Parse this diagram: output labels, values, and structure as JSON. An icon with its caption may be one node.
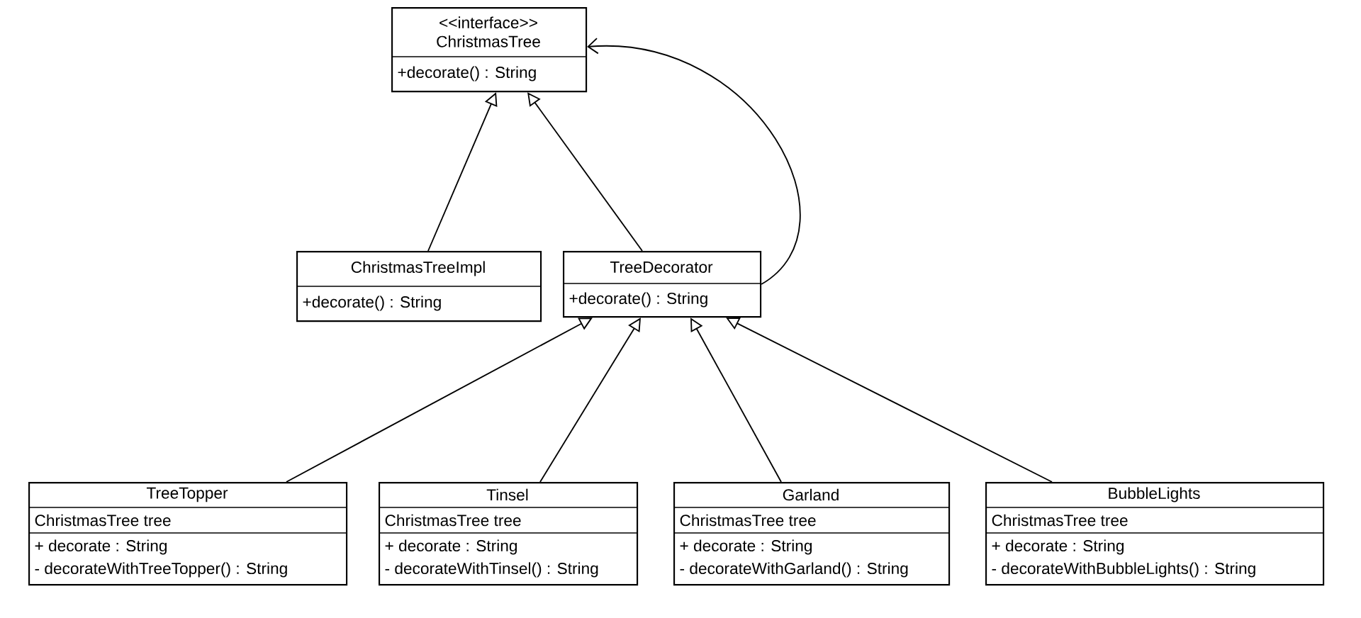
{
  "diagram": {
    "nodes": [
      {
        "text": [
          "<<interface>> ChristmasTree",
          "+decorate() : String"
        ]
      },
      {
        "text": [
          "ChristmasTreeImpl",
          "+decorate() : String"
        ]
      },
      {
        "text": [
          "TreeDecorator",
          "+decorate() : String"
        ]
      },
      {
        "text": [
          "TreeTopper",
          "ChristmasTree tree",
          "+ decorate : String",
          "- decorateWithTreeTopper() : String"
        ]
      },
      {
        "text": [
          "Tinsel",
          "ChristmasTree tree",
          "+ decorate : String",
          "- decorateWithTinsel() : String"
        ]
      },
      {
        "text": [
          "Garland",
          "ChristmasTree tree",
          "+ decorate : String",
          "- decorateWithGarland() : String"
        ]
      },
      {
        "text": [
          "BubbleLights",
          "ChristmasTree tree",
          "+ decorate : String",
          "- decorateWithBubbleLights() : String"
        ]
      }
    ],
    "edges": [
      {
        "from": 1,
        "to": 0,
        "arrow": "to"
      },
      {
        "from": 2,
        "to": 0,
        "arrow": "to"
      },
      {
        "from": 2,
        "to": 0,
        "arrow": "to"
      },
      {
        "from": 3,
        "to": 2,
        "arrow": "to"
      },
      {
        "from": 4,
        "to": 2,
        "arrow": "to"
      },
      {
        "from": 5,
        "to": 2,
        "arrow": "to"
      },
      {
        "from": 6,
        "to": 2,
        "arrow": "to"
      }
    ]
  }
}
